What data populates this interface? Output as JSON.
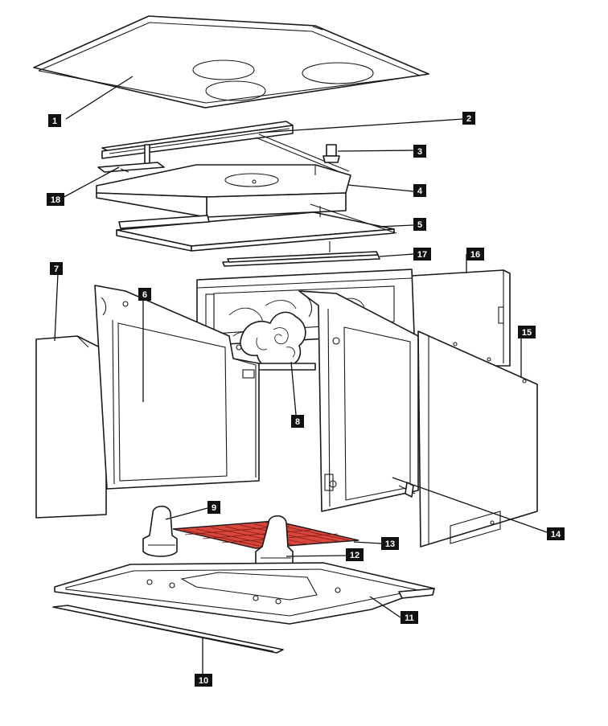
{
  "colors": {
    "line": "#1a1a1a",
    "highlight": "#d9473c",
    "callout_background": "#111111",
    "callout_text": "#ffffff"
  },
  "callouts": [
    {
      "id": "1",
      "label": "1"
    },
    {
      "id": "2",
      "label": "2"
    },
    {
      "id": "3",
      "label": "3"
    },
    {
      "id": "4",
      "label": "4"
    },
    {
      "id": "5",
      "label": "5"
    },
    {
      "id": "6",
      "label": "6"
    },
    {
      "id": "7",
      "label": "7"
    },
    {
      "id": "8",
      "label": "8"
    },
    {
      "id": "9",
      "label": "9"
    },
    {
      "id": "10",
      "label": "10"
    },
    {
      "id": "11",
      "label": "11"
    },
    {
      "id": "12",
      "label": "12"
    },
    {
      "id": "13",
      "label": "13"
    },
    {
      "id": "14",
      "label": "14"
    },
    {
      "id": "15",
      "label": "15"
    },
    {
      "id": "16",
      "label": "16"
    },
    {
      "id": "17",
      "label": "17"
    },
    {
      "id": "18",
      "label": "18"
    }
  ],
  "highlighted_part": "13"
}
